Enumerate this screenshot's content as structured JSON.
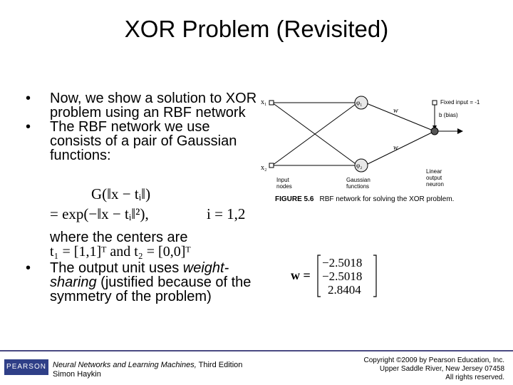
{
  "slide": {
    "title": "XOR Problem (Revisited)",
    "bullet1": "Now, we show a solution to XOR problem using an RBF network",
    "bullet2": "The RBF network we use consists of a pair of Gaussian functions:",
    "eq_g": "G(‖x − tᵢ‖)",
    "eq_exp": "= exp(−‖x − tᵢ‖²),",
    "eq_i": "i = 1,2",
    "where_text": "where the centers are",
    "centers": "t₁ = [1,1]ᵀ and t₂ = [0,0]ᵀ",
    "bullet3_a": "The output unit uses ",
    "bullet3_em": "weight-sharing",
    "bullet3_b": " (justified because of the symmetry of the problem)",
    "w_label": "w =",
    "w_values": [
      "−2.5018",
      "−2.5018",
      "2.8404"
    ]
  },
  "figure": {
    "x1": "x₁",
    "x2": "x₂",
    "phi1": "φ₁",
    "phi2": "φ₂",
    "w": "w",
    "fixed_input": "Fixed input = -1",
    "bias": "b (bias)",
    "input_nodes": "Input nodes",
    "gaussian_functions": "Gaussian functions",
    "linear_output": "Linear output neuron",
    "caption_label": "FIGURE 5.6",
    "caption_text": "RBF network for solving the XOR problem."
  },
  "footer": {
    "logo_text": "PEARSON",
    "book_title": "Neural Networks and Learning Machines,",
    "edition": " Third Edition",
    "author": "Simon Haykin",
    "copyright_1": "Copyright ©2009 by Pearson Education, Inc.",
    "copyright_2": "Upper Saddle River, New Jersey 07458",
    "copyright_3": "All rights reserved."
  },
  "colors": {
    "footer_line": "#4a4a82",
    "logo_bg": "#2f3f87"
  }
}
